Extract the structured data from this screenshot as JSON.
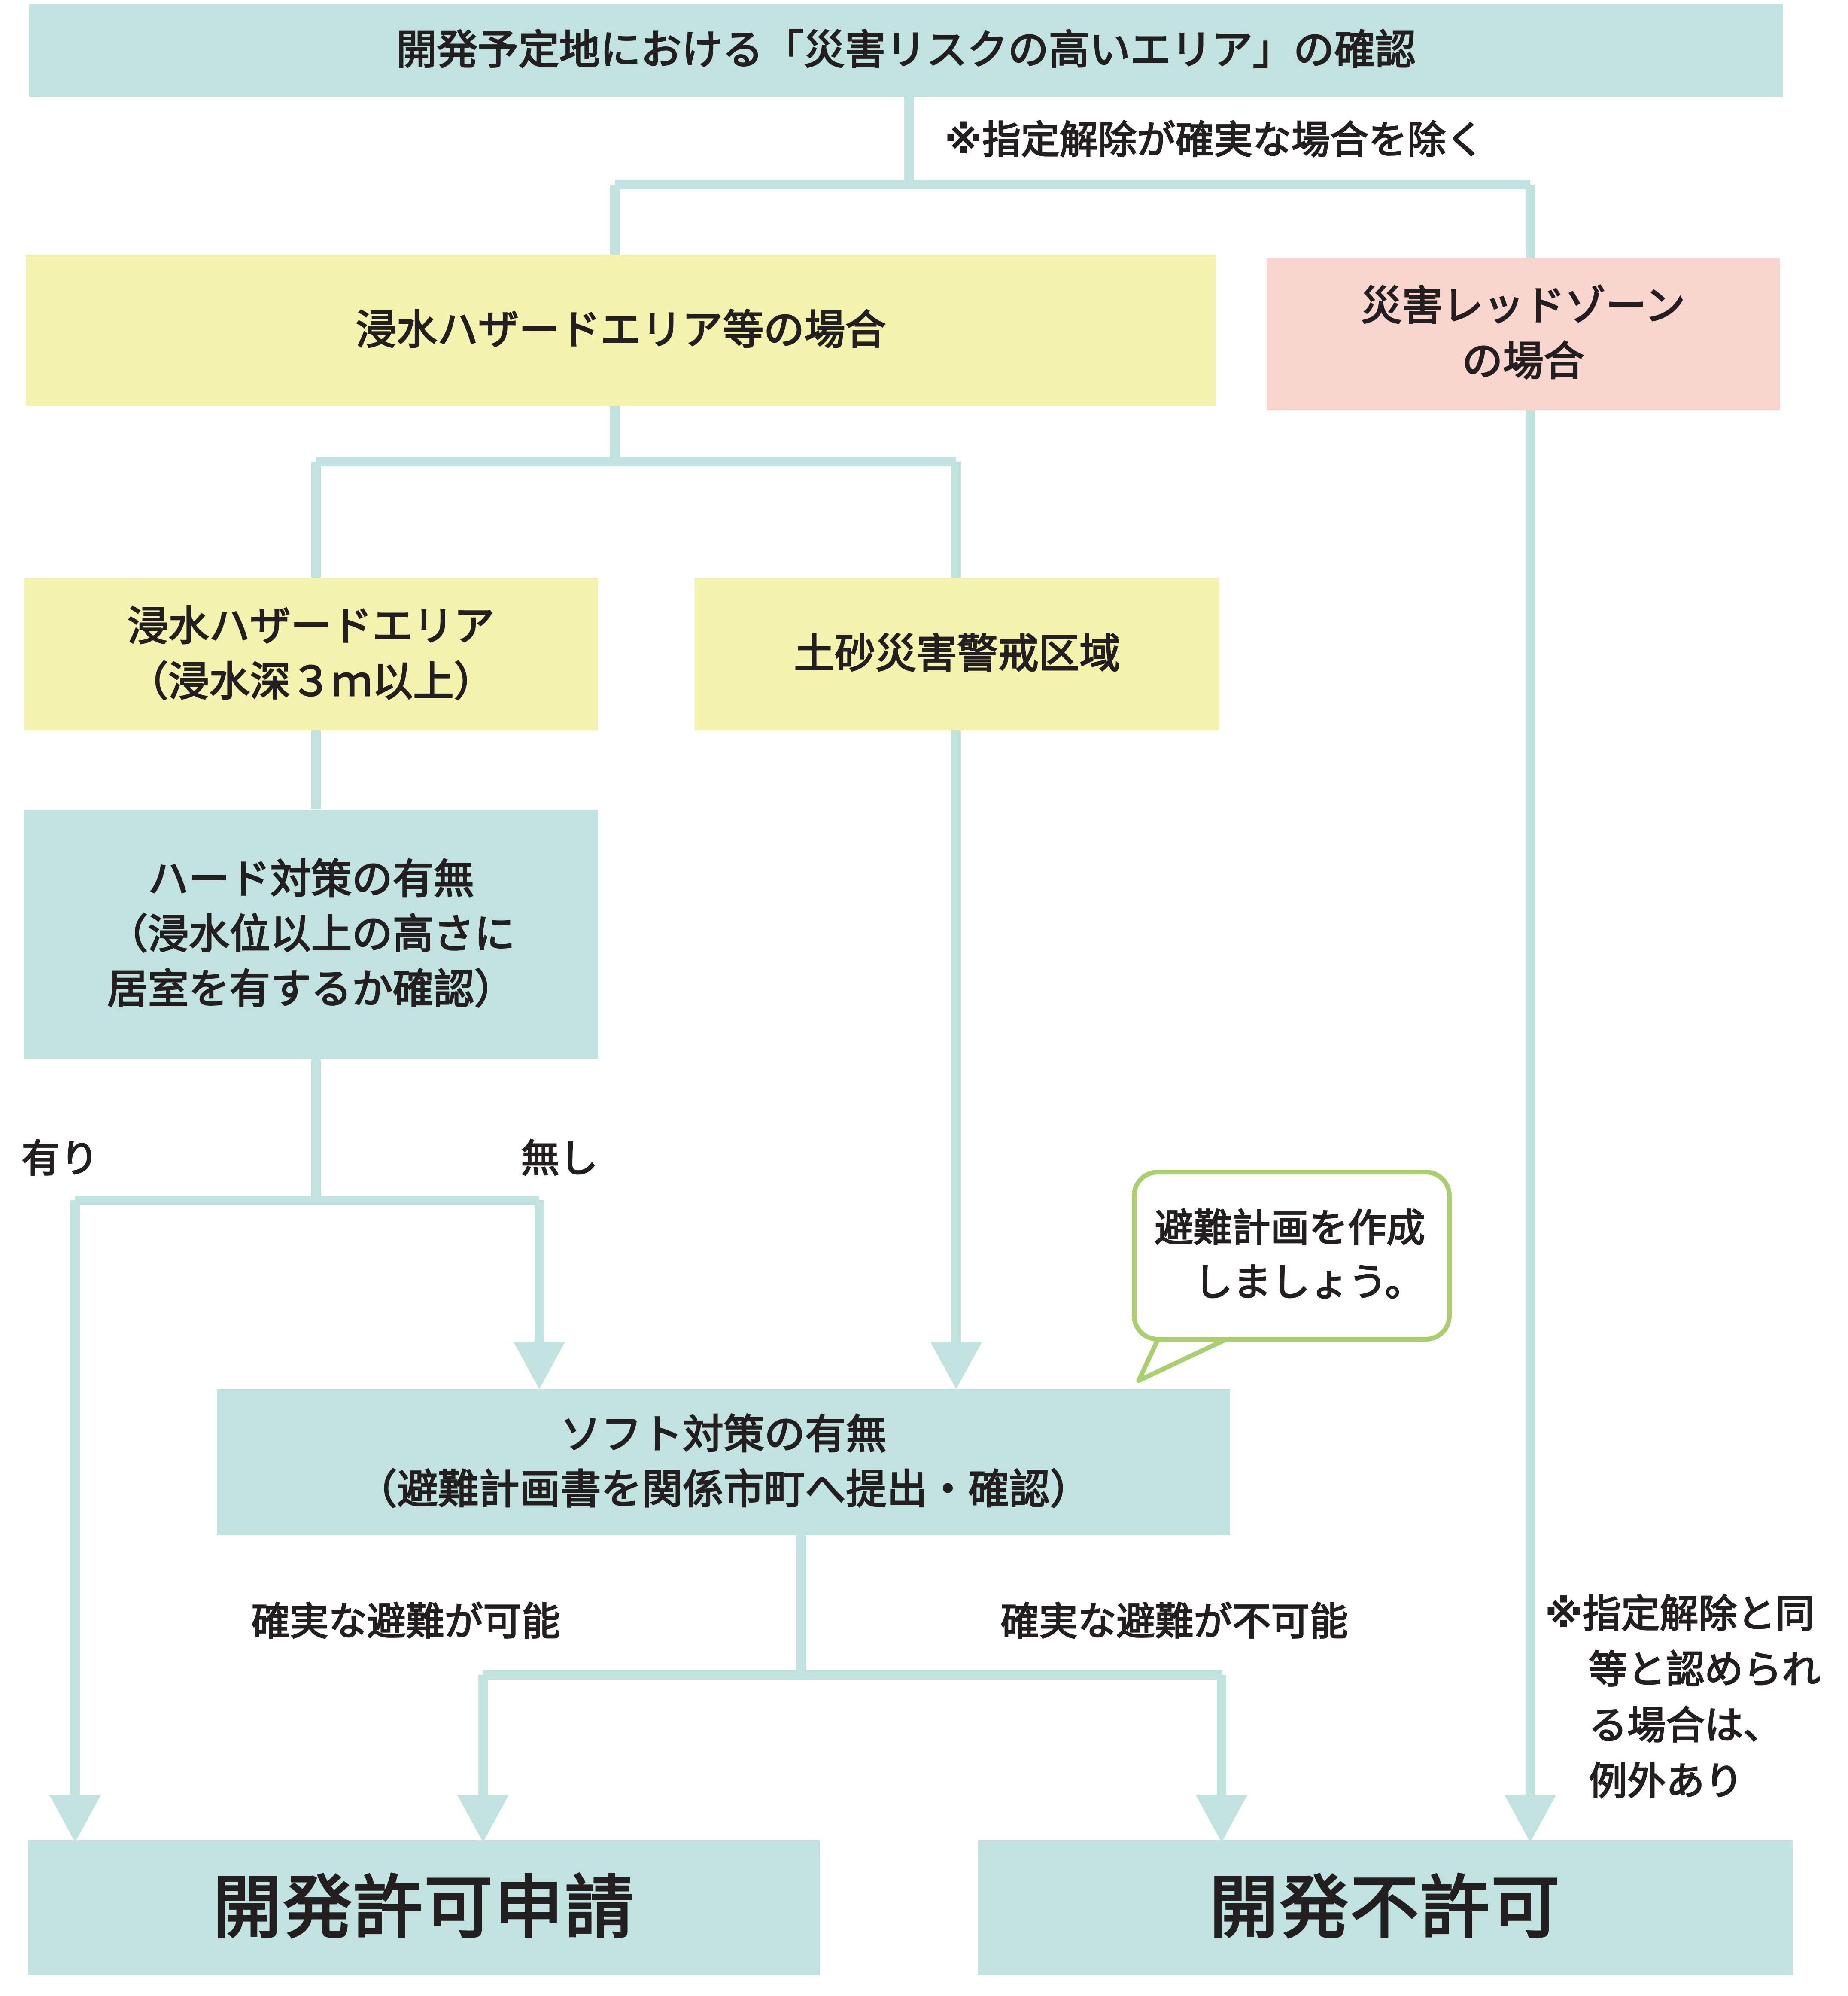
{
  "colors": {
    "teal": "#c1e3df",
    "yellow": "#f3f3ad",
    "pink": "#f8d5cd",
    "connector": "#c1e3df",
    "bubble_border": "#a9cf6e"
  },
  "top_box": {
    "text": "開発予定地における「災害リスクの高いエリア」の確認"
  },
  "top_note": "※指定解除が確実な場合を除く",
  "flood_area_box": {
    "text": "浸水ハザードエリア等の場合"
  },
  "red_zone_box": {
    "line1": "災害レッドゾーン",
    "line2": "の場合"
  },
  "flood_hazard_box": {
    "line1": "浸水ハザードエリア",
    "line2": "（浸水深３ｍ以上）"
  },
  "sediment_box": {
    "text": "土砂災害警戒区域"
  },
  "hard_measures_box": {
    "line1": "ハード対策の有無",
    "line2": "（浸水位以上の高さに",
    "line3": "居室を有するか確認）"
  },
  "label_yes": "有り",
  "label_no": "無し",
  "bubble": {
    "line1": "避難計画を作成",
    "line2": "しましょう。"
  },
  "soft_measures_box": {
    "line1": "ソフト対策の有無",
    "line2": "（避難計画書を関係市町へ提出・確認）"
  },
  "label_possible": "確実な避難が可能",
  "label_impossible": "確実な避難が不可能",
  "exception_note": {
    "line1": "※指定解除と同",
    "line2": "等と認められ",
    "line3": "る場合は、",
    "line4": "例外あり"
  },
  "result_apply": "開発許可申請",
  "result_denied": "開発不許可"
}
